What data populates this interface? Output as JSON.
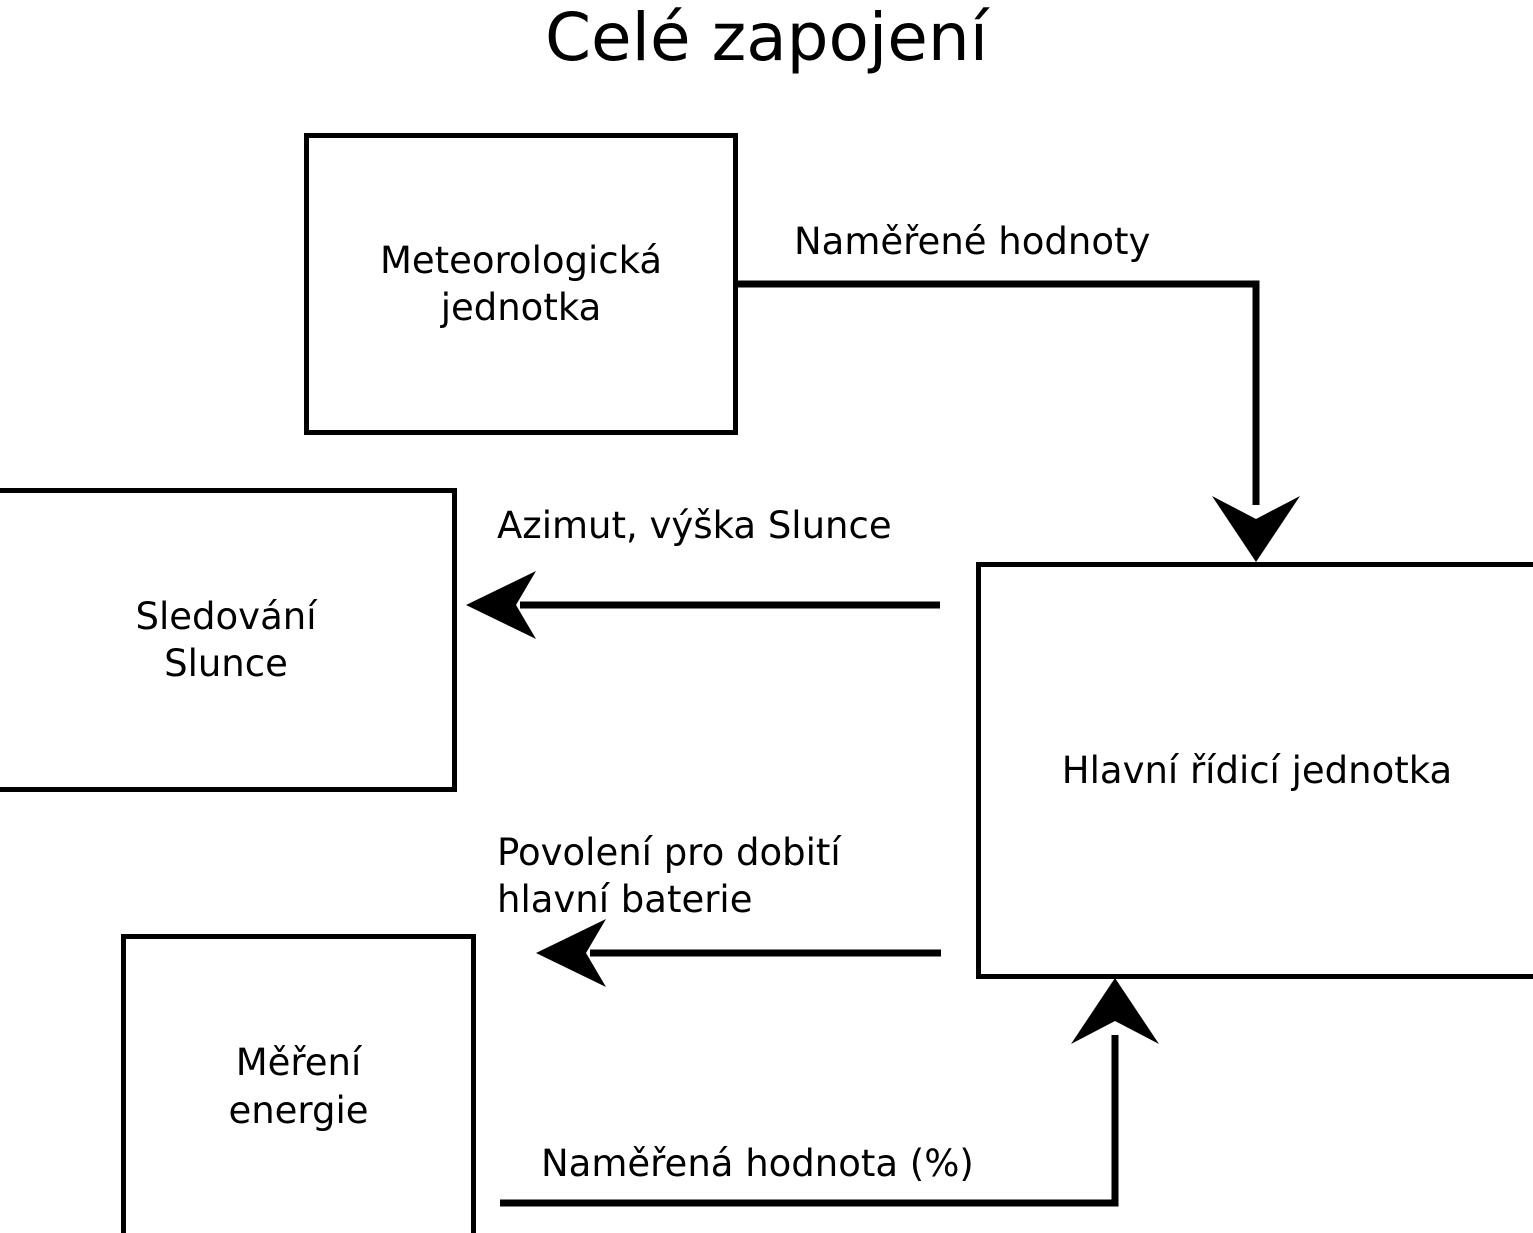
{
  "title": "Celé zapojení",
  "diagram": {
    "type": "block-diagram",
    "background_color": "#ffffff",
    "line_color": "#000000",
    "nodes": [
      {
        "id": "weather",
        "label": "Meteorologická\njednotka"
      },
      {
        "id": "tracking",
        "label": "Sledování\nSlunce"
      },
      {
        "id": "main",
        "label": "Hlavní řídicí jednotka"
      },
      {
        "id": "energy",
        "label": "Měření\nenergie"
      }
    ],
    "edges": [
      {
        "id": "measured-values",
        "from": "weather",
        "to": "main",
        "label": "Naměřené hodnoty",
        "direction": "down"
      },
      {
        "id": "azimuth",
        "from": "main",
        "to": "tracking",
        "label": "Azimut, výška Slunce",
        "direction": "left"
      },
      {
        "id": "charge-permit",
        "from": "main",
        "to": "energy",
        "label": "Povolení pro dobití\nhlavní baterie",
        "direction": "left"
      },
      {
        "id": "measured-percent",
        "from": "energy",
        "to": "main",
        "label": "Naměřená hodnota (%)",
        "direction": "up"
      }
    ]
  }
}
